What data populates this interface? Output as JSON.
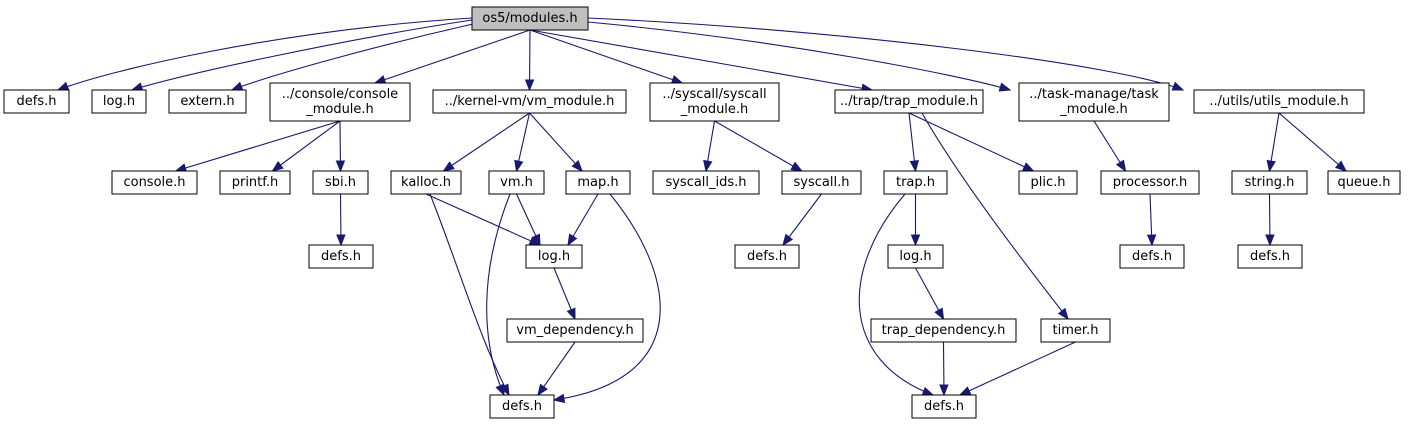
{
  "graph": {
    "root": "n0",
    "nodes": [
      {
        "id": "n0",
        "label": "os5/modules.h"
      },
      {
        "id": "n1",
        "label": "defs.h"
      },
      {
        "id": "n2",
        "label": "log.h"
      },
      {
        "id": "n3",
        "label": "extern.h"
      },
      {
        "id": "n4",
        "label": "../console/console\n_module.h"
      },
      {
        "id": "n5",
        "label": "../kernel-vm/vm_module.h"
      },
      {
        "id": "n6",
        "label": "../syscall/syscall\n_module.h"
      },
      {
        "id": "n7",
        "label": "../trap/trap_module.h"
      },
      {
        "id": "n8",
        "label": "../task-manage/task\n_module.h"
      },
      {
        "id": "n9",
        "label": "../utils/utils_module.h"
      },
      {
        "id": "n10",
        "label": "console.h"
      },
      {
        "id": "n11",
        "label": "printf.h"
      },
      {
        "id": "n12",
        "label": "sbi.h"
      },
      {
        "id": "n13",
        "label": "defs.h"
      },
      {
        "id": "n14",
        "label": "kalloc.h"
      },
      {
        "id": "n15",
        "label": "vm.h"
      },
      {
        "id": "n16",
        "label": "map.h"
      },
      {
        "id": "n17",
        "label": "log.h"
      },
      {
        "id": "n18",
        "label": "vm_dependency.h"
      },
      {
        "id": "n19",
        "label": "defs.h"
      },
      {
        "id": "n20",
        "label": "syscall_ids.h"
      },
      {
        "id": "n21",
        "label": "syscall.h"
      },
      {
        "id": "n22",
        "label": "defs.h"
      },
      {
        "id": "n23",
        "label": "trap.h"
      },
      {
        "id": "n24",
        "label": "plic.h"
      },
      {
        "id": "n25",
        "label": "log.h"
      },
      {
        "id": "n26",
        "label": "trap_dependency.h"
      },
      {
        "id": "n27",
        "label": "timer.h"
      },
      {
        "id": "n28",
        "label": "defs.h"
      },
      {
        "id": "n29",
        "label": "processor.h"
      },
      {
        "id": "n30",
        "label": "defs.h"
      },
      {
        "id": "n31",
        "label": "string.h"
      },
      {
        "id": "n32",
        "label": "queue.h"
      },
      {
        "id": "n33",
        "label": "defs.h"
      }
    ],
    "edges": [
      [
        "n0",
        "n1"
      ],
      [
        "n0",
        "n2"
      ],
      [
        "n0",
        "n3"
      ],
      [
        "n0",
        "n4"
      ],
      [
        "n0",
        "n5"
      ],
      [
        "n0",
        "n6"
      ],
      [
        "n0",
        "n7"
      ],
      [
        "n0",
        "n8"
      ],
      [
        "n0",
        "n9"
      ],
      [
        "n4",
        "n10"
      ],
      [
        "n4",
        "n11"
      ],
      [
        "n4",
        "n12"
      ],
      [
        "n12",
        "n13"
      ],
      [
        "n5",
        "n14"
      ],
      [
        "n5",
        "n15"
      ],
      [
        "n5",
        "n16"
      ],
      [
        "n14",
        "n17"
      ],
      [
        "n14",
        "n19"
      ],
      [
        "n15",
        "n17"
      ],
      [
        "n15",
        "n19"
      ],
      [
        "n16",
        "n17"
      ],
      [
        "n16",
        "n19"
      ],
      [
        "n17",
        "n18"
      ],
      [
        "n18",
        "n19"
      ],
      [
        "n6",
        "n20"
      ],
      [
        "n6",
        "n21"
      ],
      [
        "n21",
        "n22"
      ],
      [
        "n7",
        "n23"
      ],
      [
        "n7",
        "n24"
      ],
      [
        "n7",
        "n27"
      ],
      [
        "n23",
        "n25"
      ],
      [
        "n23",
        "n28"
      ],
      [
        "n25",
        "n26"
      ],
      [
        "n26",
        "n28"
      ],
      [
        "n27",
        "n28"
      ],
      [
        "n8",
        "n29"
      ],
      [
        "n29",
        "n30"
      ],
      [
        "n9",
        "n31"
      ],
      [
        "n9",
        "n32"
      ],
      [
        "n31",
        "n33"
      ]
    ]
  }
}
